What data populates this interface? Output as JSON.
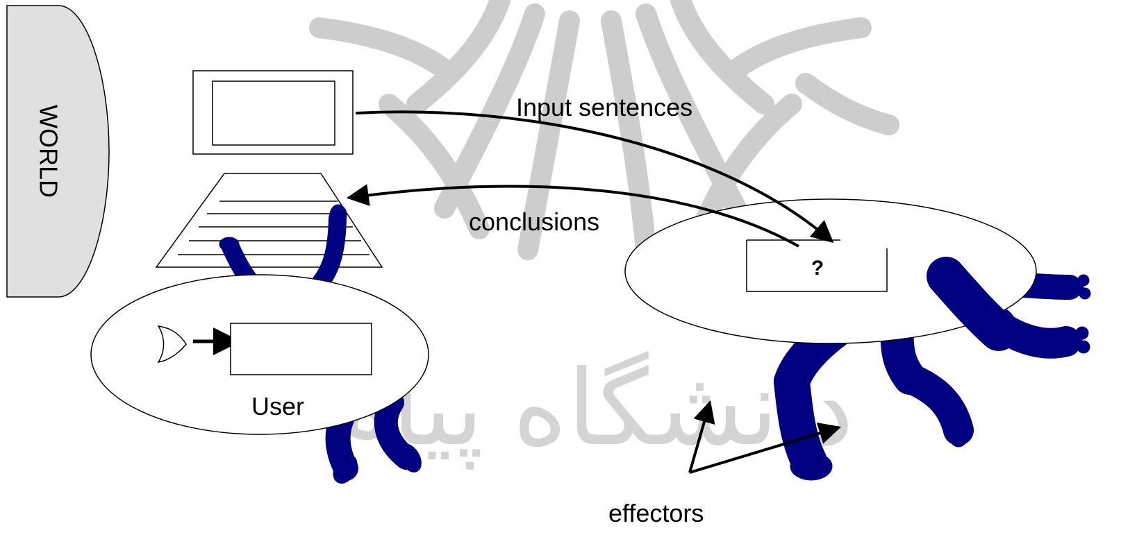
{
  "labels": {
    "world": "WORLD",
    "input": "Input sentences",
    "conclusions": "conclusions",
    "question": "?",
    "user": "User",
    "effectors": "effectors"
  },
  "colors": {
    "figure": "#000080",
    "stroke": "#000000",
    "watermark": "#c8c8c8",
    "world_fill": "#e0e0e0",
    "background": "#ffffff"
  },
  "watermark": {
    "text": "دانشگاه پیام"
  }
}
